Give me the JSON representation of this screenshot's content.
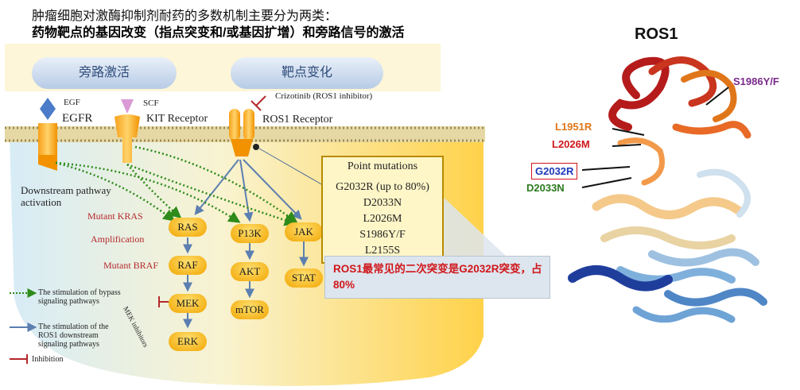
{
  "header": {
    "line1": "肿瘤细胞对激酶抑制剂耐药的多数机制主要分为两类：",
    "line2": "药物靶点的基因改变（指点突变和/或基因扩增）和旁路信号的激活"
  },
  "diagram": {
    "left_pill": "旁路激活",
    "right_pill": "靶点变化",
    "receptors": {
      "egf": "EGF",
      "egfr": "EGFR",
      "scf": "SCF",
      "kit": "KIT Receptor",
      "crizotinib": "Crizotinib (ROS1 inhibitor)",
      "ros1": "ROS1 Receptor"
    },
    "downstream": "Downstream pathway activation",
    "annotations": {
      "mutant_kras": "Mutant KRAS",
      "amplification": "Amplification",
      "mutant_braf": "Mutant BRAF",
      "mek_inhibitors": "MEK inhibitors"
    },
    "nodes": {
      "ras": "RAS",
      "raf": "RAF",
      "mek": "MEK",
      "erk": "ERK",
      "pi3k": "P13K",
      "akt": "AKT",
      "mtor": "mTOR",
      "jak": "JAK",
      "stat": "STAT"
    },
    "point_mutations": {
      "title": "Point mutations",
      "items": [
        "G2032R (up to 80%)",
        "D2033N",
        "L2026M",
        "S1986Y/F",
        "L2155S"
      ]
    },
    "legend": {
      "stimulation_bypass": "The stimulation of bypass signaling pathways",
      "stimulation_ros1": "The stimulation of the ROS1 downstream signaling pathways",
      "inhibition": "Inhibition"
    },
    "callout": "ROS1最常见的二次突变是G2032R突变，占80%"
  },
  "protein": {
    "title": "ROS1",
    "labels": {
      "s1986": "S1986Y/F",
      "l1951": "L1951R",
      "l2026": "L2026M",
      "g2032": "G2032R",
      "d2033": "D2033N"
    }
  },
  "colors": {
    "accent_red": "#d0161a",
    "pathway_orange": "#f1a500",
    "arrow_blue": "#5b7fb0",
    "dotted_green": "#2e8b1a",
    "purple": "#7a2a8a",
    "dark_green": "#2c7a1f",
    "label_orange": "#e0761a",
    "label_blue": "#1c39b8"
  }
}
